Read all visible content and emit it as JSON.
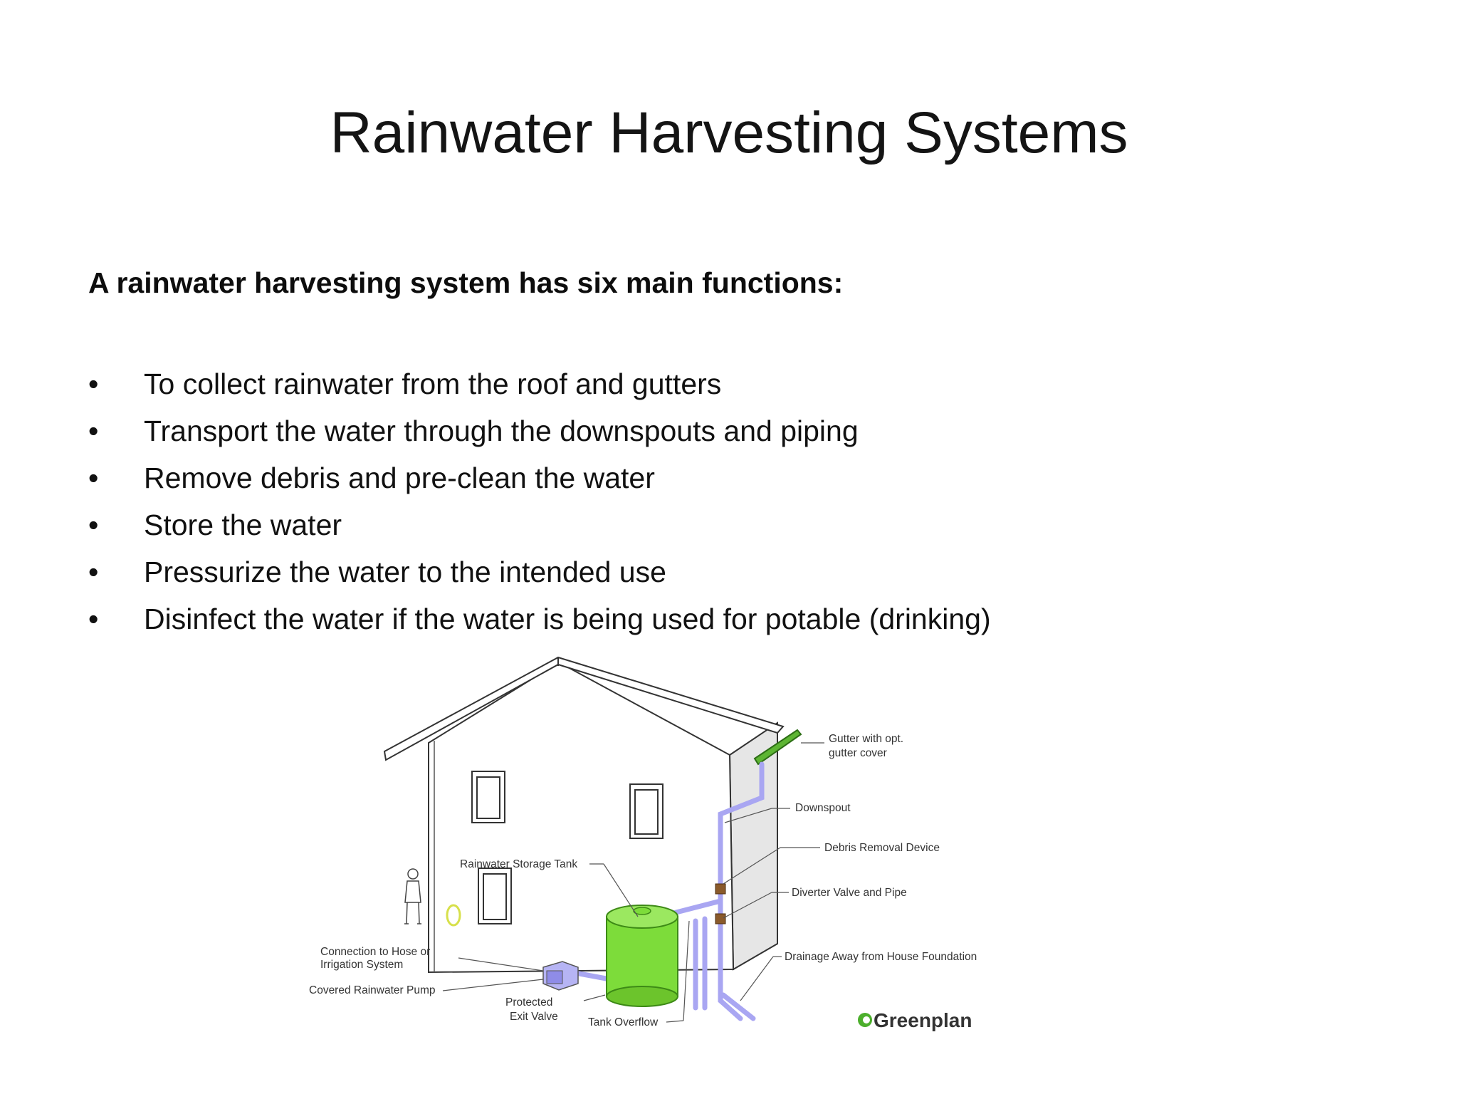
{
  "slide": {
    "title": "Rainwater Harvesting Systems",
    "intro": "A rainwater harvesting system has six main functions:",
    "bullets": [
      {
        "mark": "•",
        "text": "To collect rainwater from the roof and gutters"
      },
      {
        "mark": "•",
        "text": "Transport the water through the downspouts and piping"
      },
      {
        "mark": "•",
        "text": "Remove debris and pre-clean the water"
      },
      {
        "mark": "•",
        "text": "Store the water"
      },
      {
        "mark": "•",
        "text": "Pressurize the water to the intended use"
      },
      {
        "mark": "•",
        "text": "Disinfect the water if the water is being used for potable (drinking)"
      }
    ]
  },
  "figure": {
    "labels": {
      "gutter_1": "Gutter with opt.",
      "gutter_2": "gutter cover",
      "downspout": "Downspout",
      "debris": "Debris Removal Device",
      "diverter": "Diverter Valve and Pipe",
      "drainage": "Drainage Away from House Foundation",
      "storage_tank": "Rainwater Storage Tank",
      "hose_1": "Connection to Hose or",
      "hose_2": "Irrigation System",
      "pump": "Covered Rainwater Pump",
      "exit_1": "Protected",
      "exit_2": "Exit Valve",
      "overflow": "Tank Overflow"
    },
    "brand": "Greenplan",
    "colors": {
      "tank": "#7ddc3a",
      "pipe": "#a9a6f2",
      "gutter": "#5db533",
      "wall_side": "#e6e6e6",
      "line": "#444444"
    }
  }
}
